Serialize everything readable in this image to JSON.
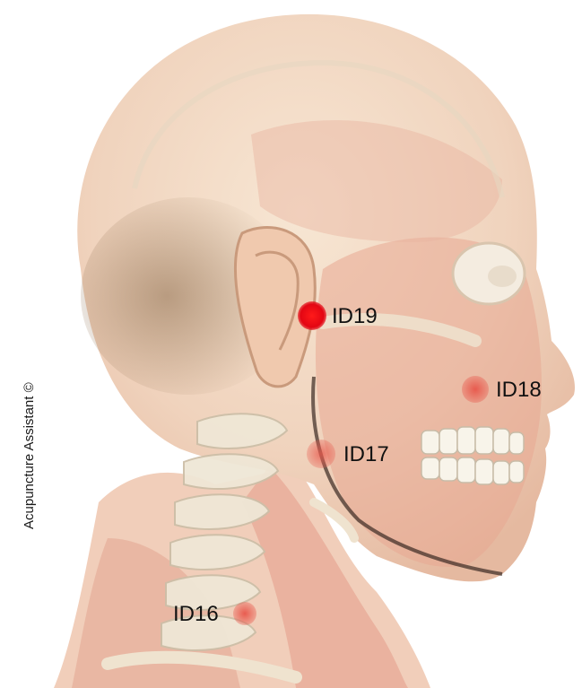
{
  "illustration": {
    "subject": "head-and-neck-side-view",
    "colors": {
      "skin": "#f3dcc6",
      "muscle": "#e49a88",
      "bone": "#efe7d6",
      "point_dark": "#e30613",
      "point_soft": "#e8564a"
    }
  },
  "points": [
    {
      "id": "id19",
      "label": "ID19"
    },
    {
      "id": "id18",
      "label": "ID18"
    },
    {
      "id": "id17",
      "label": "ID17"
    },
    {
      "id": "id16",
      "label": "ID16"
    }
  ],
  "credit": "Acupuncture Assistant ©"
}
